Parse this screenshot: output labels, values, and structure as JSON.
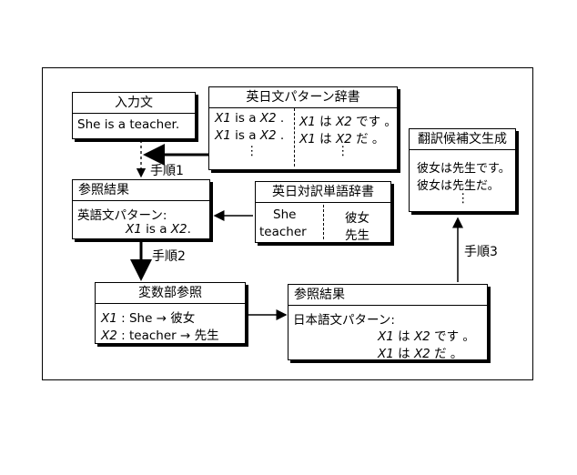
{
  "input_box": {
    "title": "入力文",
    "text": "She is a teacher."
  },
  "pattern_dict": {
    "title": "英日文パターン辞書",
    "rows": [
      {
        "en": [
          "X1",
          " is a ",
          "X2",
          " ."
        ],
        "ja": [
          "X1",
          " は ",
          "X2",
          " です 。"
        ]
      },
      {
        "en": [
          "X1",
          " is a ",
          "X2",
          " ."
        ],
        "ja": [
          "X1",
          " は ",
          "X2",
          " だ 。"
        ]
      }
    ],
    "ellipsis": "⋮"
  },
  "lookup1": {
    "title": "参照結果",
    "line1": "英語文パターン:",
    "line2": [
      "X1",
      " is a ",
      "X2",
      "."
    ]
  },
  "word_dict": {
    "title": "英日対訳単語辞書",
    "rows": [
      {
        "en": "She",
        "ja": "彼女"
      },
      {
        "en": "teacher",
        "ja": "先生"
      }
    ]
  },
  "variable_box": {
    "title": "変数部参照",
    "rows": [
      {
        "var": "X1",
        "rest": " : She → 彼女"
      },
      {
        "var": "X2",
        "rest": " : teacher → 先生"
      }
    ]
  },
  "lookup2": {
    "title": "参照結果",
    "line1": "日本語文パターン:",
    "rows": [
      [
        "X1",
        " は ",
        "X2",
        " です 。"
      ],
      [
        "X1",
        " は ",
        "X2",
        " だ 。"
      ]
    ]
  },
  "candidates": {
    "title": "翻訳候補文生成",
    "lines": [
      "彼女は先生です。",
      "彼女は先生だ。"
    ],
    "ellipsis": "⋮"
  },
  "steps": {
    "step1": "手順1",
    "step2": "手順2",
    "step3": "手順3"
  }
}
